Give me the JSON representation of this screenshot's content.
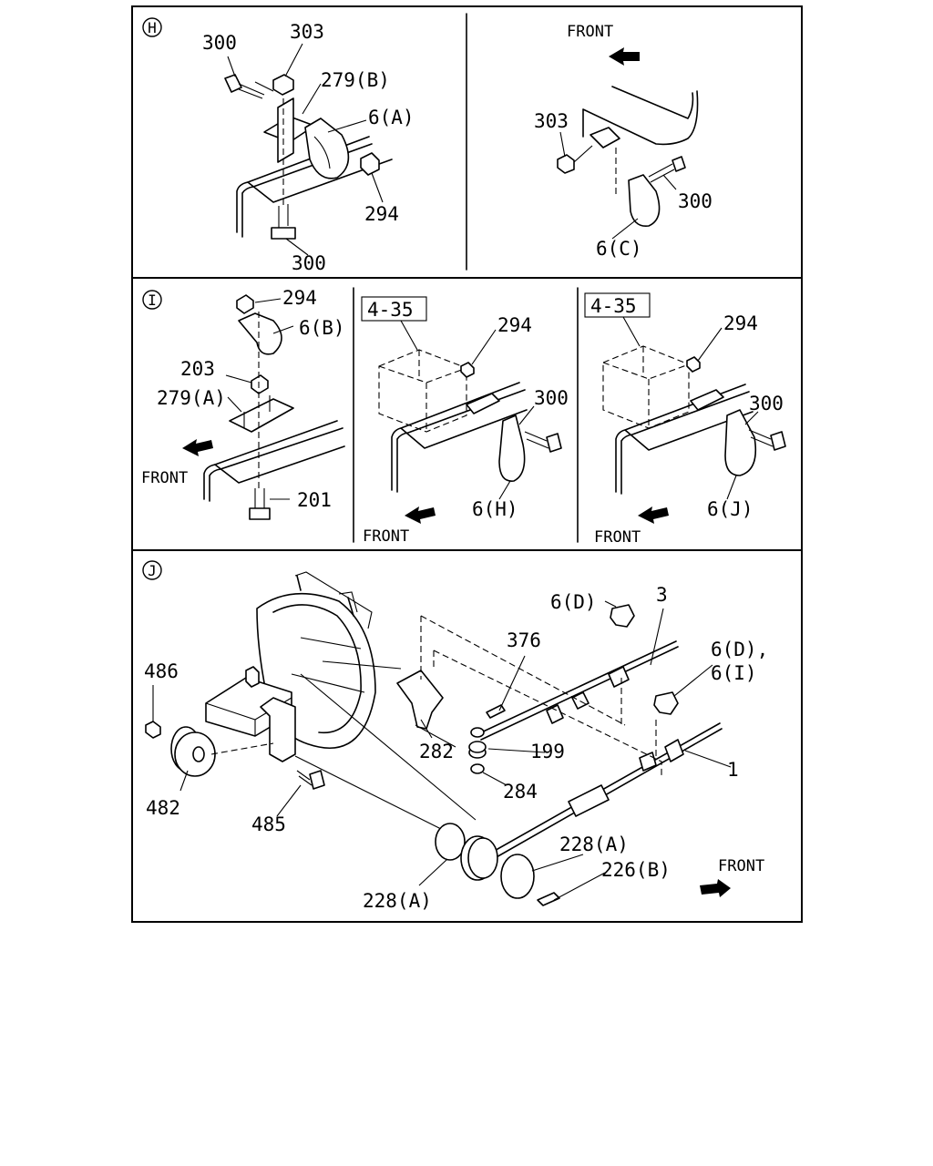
{
  "panels": {
    "H": {
      "marker": "H",
      "left_labels": [
        "300",
        "303",
        "279(B)",
        "6(A)",
        "294",
        "300"
      ],
      "right_labels": [
        "FRONT",
        "303",
        "300",
        "6(C)"
      ]
    },
    "I": {
      "marker": "I",
      "left_labels": [
        "294",
        "6(B)",
        "203",
        "279(A)",
        "FRONT",
        "201"
      ],
      "middle_labels": [
        "4-35",
        "294",
        "300",
        "6(H)",
        "FRONT"
      ],
      "right_labels": [
        "4-35",
        "294",
        "300",
        "6(J)",
        "FRONT"
      ]
    },
    "J": {
      "marker": "J",
      "labels": [
        "486",
        "482",
        "485",
        "282",
        "376",
        "199",
        "284",
        "6(D)",
        "3",
        "6(D),",
        "6(I)",
        "1",
        "228(A)",
        "228(A)",
        "226(B)",
        "FRONT"
      ]
    }
  },
  "icons": {
    "front_arrow": "front-arrow-icon"
  }
}
